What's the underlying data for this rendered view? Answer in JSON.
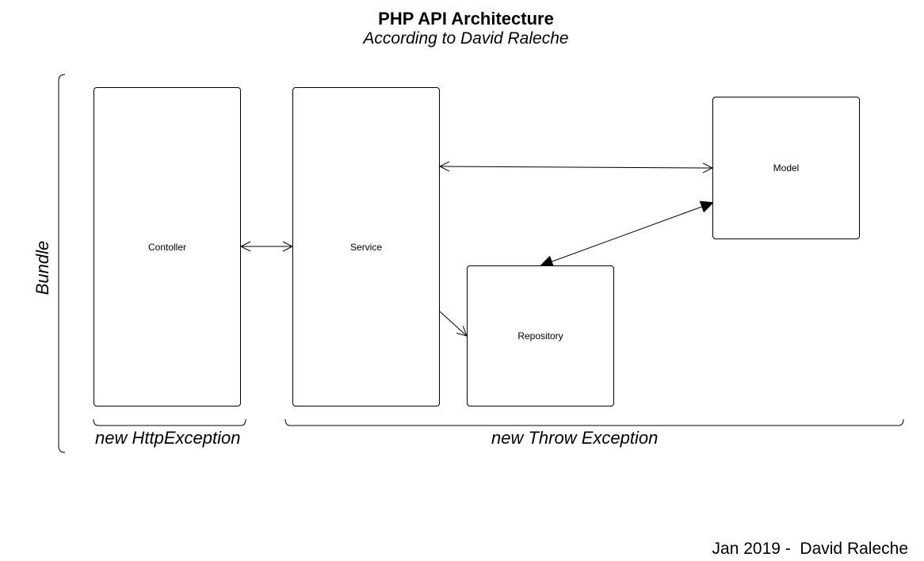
{
  "title": "PHP API Architecture",
  "subtitle": "According to David Raleche",
  "boxes": {
    "controller": "Contoller",
    "service": "Service",
    "model": "Model",
    "repository": "Repository"
  },
  "braces": {
    "left_label": "Bundle",
    "http_label": "new HttpException",
    "throw_label": "new Throw Exception"
  },
  "connections": [
    {
      "from": "Contoller",
      "to": "Service",
      "type": "bidirectional"
    },
    {
      "from": "Service",
      "to": "Model",
      "type": "bidirectional"
    },
    {
      "from": "Model",
      "to": "Repository",
      "type": "bidirectional",
      "arrowhead": "filled"
    },
    {
      "from": "Service",
      "to": "Repository",
      "type": "directional"
    }
  ],
  "footer": "Jan 2019 -  David Raleche"
}
